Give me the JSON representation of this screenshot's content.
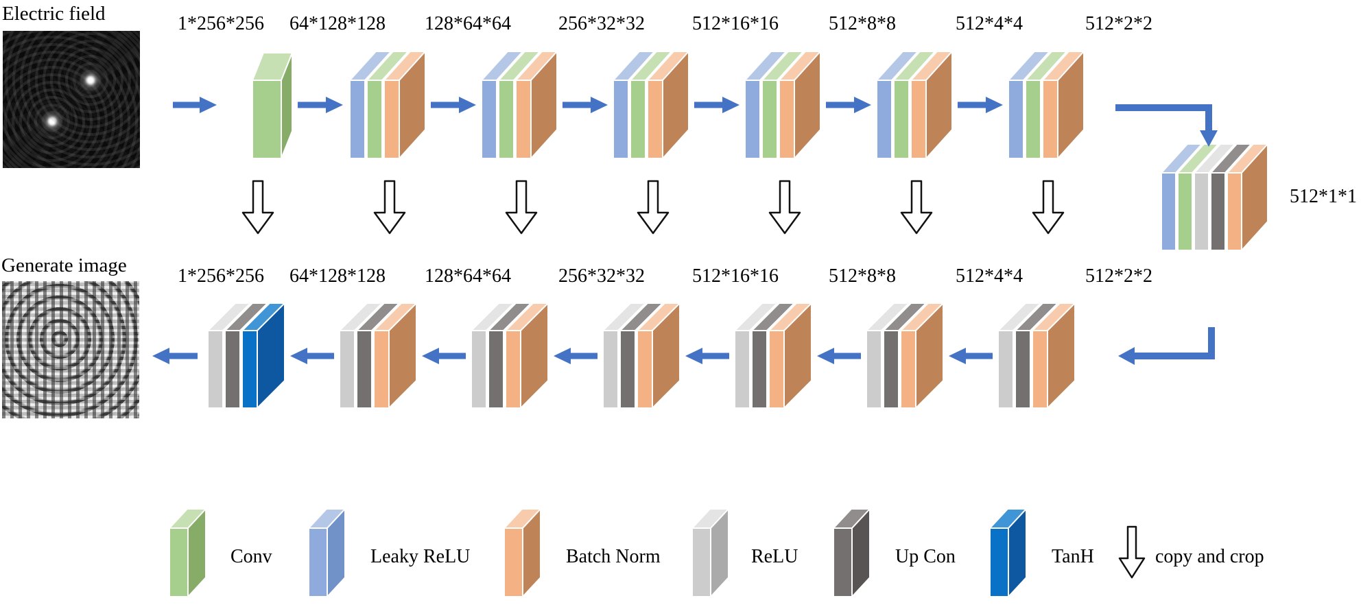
{
  "titles": {
    "input": "Electric field",
    "output": "Generate image"
  },
  "top_labels": [
    "1*256*256",
    "64*128*128",
    "128*64*64",
    "256*32*32",
    "512*16*16",
    "512*8*8",
    "512*4*4",
    "512*2*2"
  ],
  "bottom_labels": [
    "1*256*256",
    "64*128*128",
    "128*64*64",
    "256*32*32",
    "512*16*16",
    "512*8*8",
    "512*4*4",
    "512*2*2"
  ],
  "bottleneck_label": "512*1*1",
  "legend_arrow_label": "copy and crop",
  "legend": [
    {
      "key": "conv",
      "label": "Conv"
    },
    {
      "key": "leaky_relu",
      "label": "Leaky ReLU"
    },
    {
      "key": "batch_norm",
      "label": "Batch Norm"
    },
    {
      "key": "relu",
      "label": "ReLU"
    },
    {
      "key": "up_con",
      "label": "Up Con"
    },
    {
      "key": "tanh",
      "label": "TanH"
    }
  ],
  "palette": {
    "conv": {
      "front": "#A6CE8C",
      "top": "#C6E0B4",
      "side": "#86AC68"
    },
    "leaky_relu": {
      "front": "#8FAADC",
      "top": "#B4C7E7",
      "side": "#7191C9"
    },
    "batch_norm": {
      "front": "#F4B183",
      "top": "#F8CBAD",
      "side": "#BE8356"
    },
    "relu": {
      "front": "#CCCCCC",
      "top": "#E4E4E4",
      "side": "#AAAAAA"
    },
    "up_con": {
      "front": "#747070",
      "top": "#918D8D",
      "side": "#585454"
    },
    "tanh": {
      "front": "#0A72C6",
      "top": "#3F95D5",
      "side": "#0E58A1"
    },
    "arrow": "#4472C4",
    "hollow_arrow_stroke": "#111111",
    "face_outline": "#FFFFFF",
    "text": "#000000"
  },
  "network": {
    "encoder_first": {
      "slabs": [
        "conv"
      ],
      "body": "conv"
    },
    "encoder_block": {
      "slabs": [
        "leaky_relu",
        "conv",
        "batch_norm"
      ],
      "body": "batch_norm"
    },
    "bottleneck": {
      "slabs": [
        "leaky_relu",
        "conv",
        "relu",
        "up_con",
        "batch_norm"
      ],
      "body": "batch_norm"
    },
    "decoder_block": {
      "slabs": [
        "relu",
        "up_con",
        "batch_norm"
      ],
      "body": "batch_norm"
    },
    "decoder_last": {
      "slabs": [
        "relu",
        "up_con",
        "tanh"
      ],
      "body": "tanh"
    }
  }
}
